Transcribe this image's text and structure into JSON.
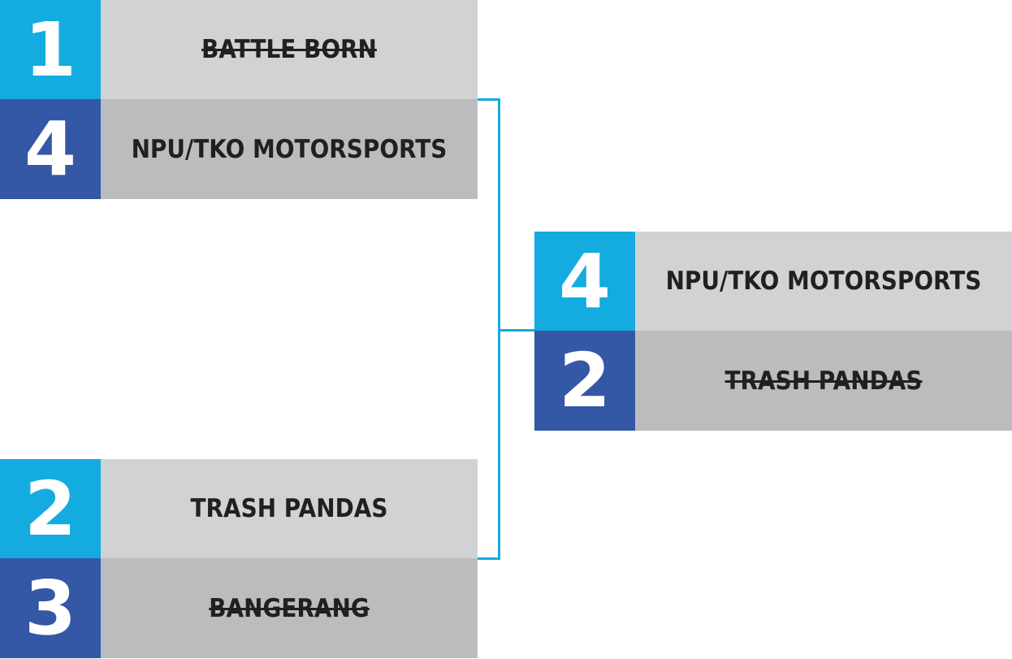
{
  "colors": {
    "seed_top": "#14abe1",
    "seed_bottom": "#3457a6",
    "name_top": "#d1d2d4",
    "name_bottom": "#bbbcbe",
    "connector": "#14abe1"
  },
  "matches": [
    {
      "teams": [
        {
          "seed": "1",
          "name": "BATTLE BORN",
          "eliminated": true
        },
        {
          "seed": "4",
          "name": "NPU/TKO MOTORSPORTS",
          "eliminated": false
        }
      ]
    },
    {
      "teams": [
        {
          "seed": "2",
          "name": "TRASH PANDAS",
          "eliminated": false
        },
        {
          "seed": "3",
          "name": "BANGERANG",
          "eliminated": true
        }
      ]
    },
    {
      "teams": [
        {
          "seed": "4",
          "name": "NPU/TKO MOTORSPORTS",
          "eliminated": false
        },
        {
          "seed": "2",
          "name": "TRASH PANDAS",
          "eliminated": true
        }
      ]
    }
  ]
}
